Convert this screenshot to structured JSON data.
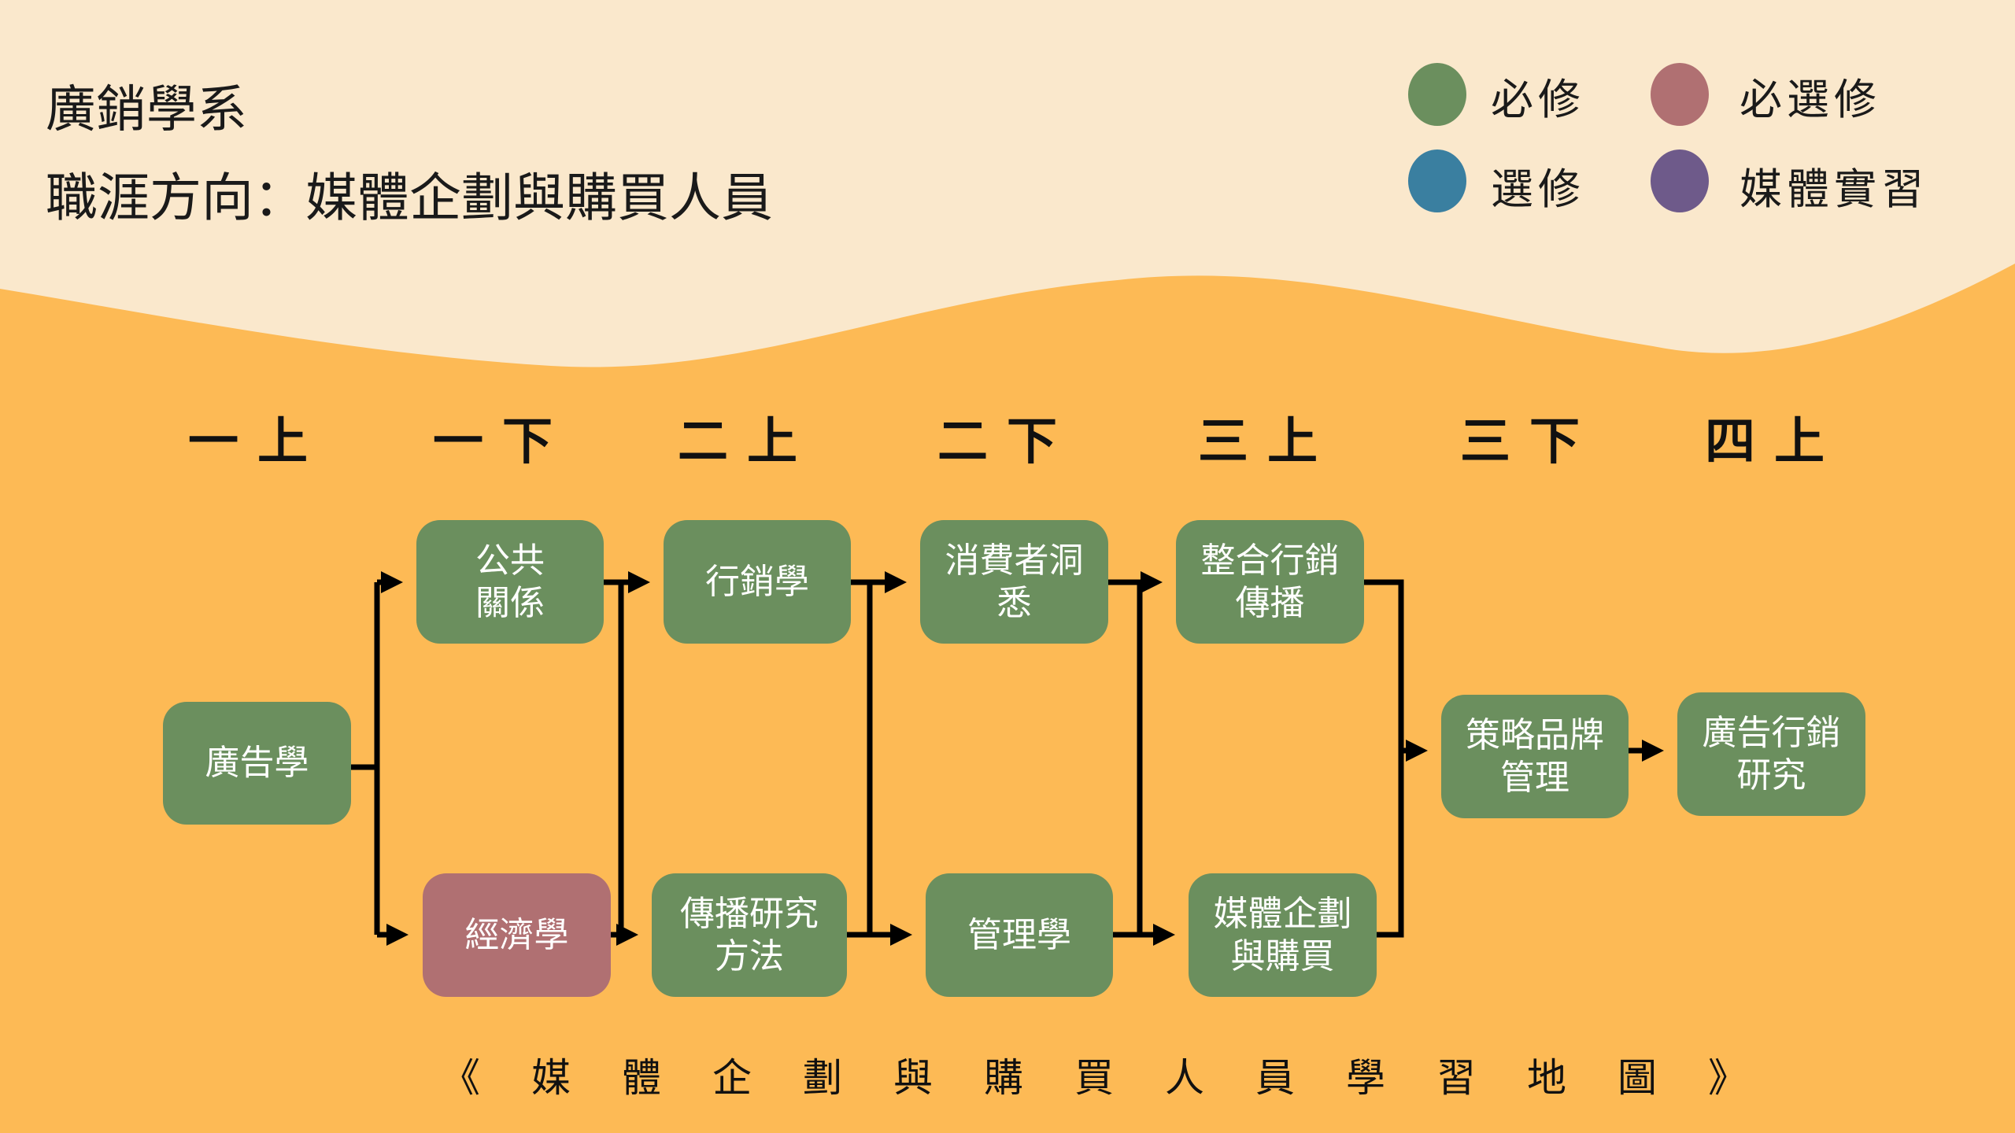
{
  "header": {
    "department": "廣銷學系",
    "career_direction": "職涯方向：媒體企劃與購買人員"
  },
  "legend": [
    {
      "label": "必修",
      "color": "#6B8F5E"
    },
    {
      "label": "必選修",
      "color": "#B07072"
    },
    {
      "label": "選修",
      "color": "#3A7FA0"
    },
    {
      "label": "媒體實習",
      "color": "#6E5A8A"
    }
  ],
  "semesters": [
    "一上",
    "一下",
    "二上",
    "二下",
    "三上",
    "三下",
    "四上"
  ],
  "courses": {
    "advertising": {
      "label": "廣告學",
      "type": "必修"
    },
    "public_relations": {
      "label": "公共\n關係",
      "type": "必修"
    },
    "economics": {
      "label": "經濟學",
      "type": "必選修"
    },
    "marketing": {
      "label": "行銷學",
      "type": "必修"
    },
    "comm_research": {
      "label": "傳播研究\n方法",
      "type": "必修"
    },
    "consumer_insight": {
      "label": "消費者洞\n悉",
      "type": "必修"
    },
    "management": {
      "label": "管理學",
      "type": "必修"
    },
    "imc": {
      "label": "整合行銷\n傳播",
      "type": "必修"
    },
    "media_planning": {
      "label": "媒體企劃\n與購買",
      "type": "必修"
    },
    "brand_management": {
      "label": "策略品牌\n管理",
      "type": "必修"
    },
    "ad_marketing_research": {
      "label": "廣告行銷\n研究",
      "type": "必修"
    }
  },
  "footer": {
    "chars": [
      "《",
      "媒",
      "體",
      "企",
      "劃",
      "與",
      "購",
      "買",
      "人",
      "員",
      "學",
      "習",
      "地",
      "圖",
      "》"
    ]
  }
}
